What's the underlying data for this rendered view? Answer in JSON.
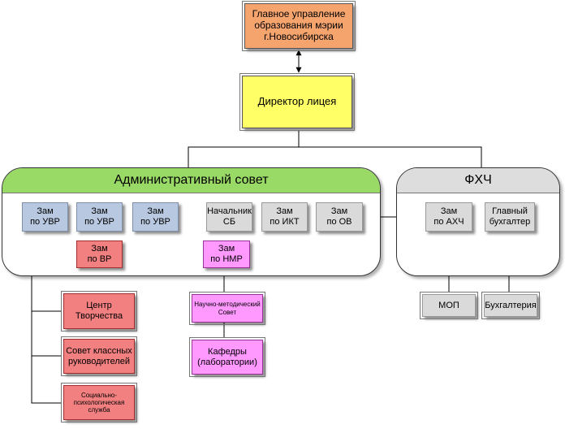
{
  "top": {
    "label": "Главное управление\nобразования мэрии\nг.Новосибирска"
  },
  "director": {
    "label": "Директор лицея"
  },
  "admin_council": {
    "title": "Административный совет",
    "deputies": [
      {
        "label": "Зам\nпо УВР"
      },
      {
        "label": "Зам\nпо УВР"
      },
      {
        "label": "Зам\nпо УВР"
      },
      {
        "label": "Начальник\nСБ"
      },
      {
        "label": "Зам\nпо ИКТ"
      },
      {
        "label": "Зам\nпо ОВ"
      }
    ],
    "vr": {
      "label": "Зам\nпо ВР"
    },
    "nmr": {
      "label": "Зам\nпо НМР"
    }
  },
  "fhch": {
    "title": "ФХЧ",
    "ahch": {
      "label": "Зам\nпо АХЧ"
    },
    "accountant": {
      "label": "Главный\nбухгалтер"
    }
  },
  "vr_children": [
    {
      "label": "Центр\nТворчества"
    },
    {
      "label": "Совет классных\nруководителей"
    },
    {
      "label": "Социально-\nпсихологическая\nслужба"
    }
  ],
  "nmr_children": [
    {
      "label": "Научно-методический\nСовет"
    },
    {
      "label": "Кафедры\n(лаборатории)"
    }
  ],
  "mop": {
    "label": "МОП"
  },
  "accounting": {
    "label": "Бухгалтерия"
  },
  "colors": {
    "top": "#f5a46e",
    "director": "#ffff66",
    "admin_header": "#99d966",
    "fhch_header": "#dddddd",
    "blue": "#b8c8e0",
    "gray": "#dadada",
    "red": "#f38080",
    "pink": "#ff99ff"
  }
}
